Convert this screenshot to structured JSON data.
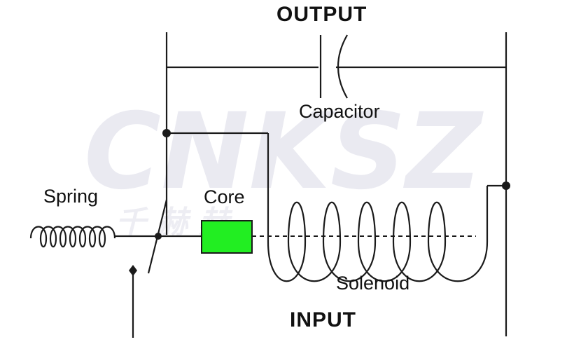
{
  "diagram": {
    "title_top": "OUTPUT",
    "title_bottom": "INPUT",
    "labels": {
      "capacitor": "Capacitor",
      "spring": "Spring",
      "core": "Core",
      "solenoid": "Solenoid"
    }
  },
  "watermark": {
    "text": "CNKSZ",
    "subtext": "千 赫 赫 "
  },
  "colors": {
    "wire": "#1a1a1a",
    "core_fill": "#22ee22",
    "watermark": "#e6e6ee",
    "watermark_accent": "#f3dcdc"
  }
}
